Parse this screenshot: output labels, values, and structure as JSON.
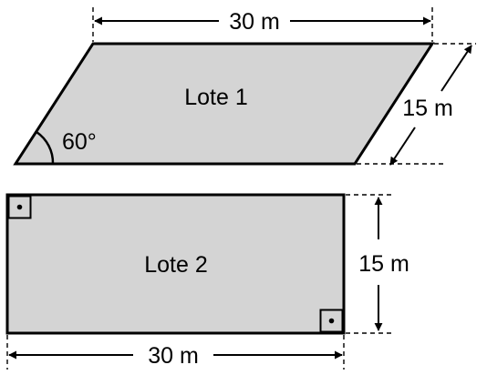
{
  "lot1": {
    "name": "Lote 1",
    "top_dimension": "30 m",
    "side_dimension": "15 m",
    "angle": "60°"
  },
  "lot2": {
    "name": "Lote 2",
    "bottom_dimension": "30 m",
    "side_dimension": "15 m"
  },
  "colors": {
    "fill": "#d4d4d4",
    "stroke": "#000000"
  }
}
